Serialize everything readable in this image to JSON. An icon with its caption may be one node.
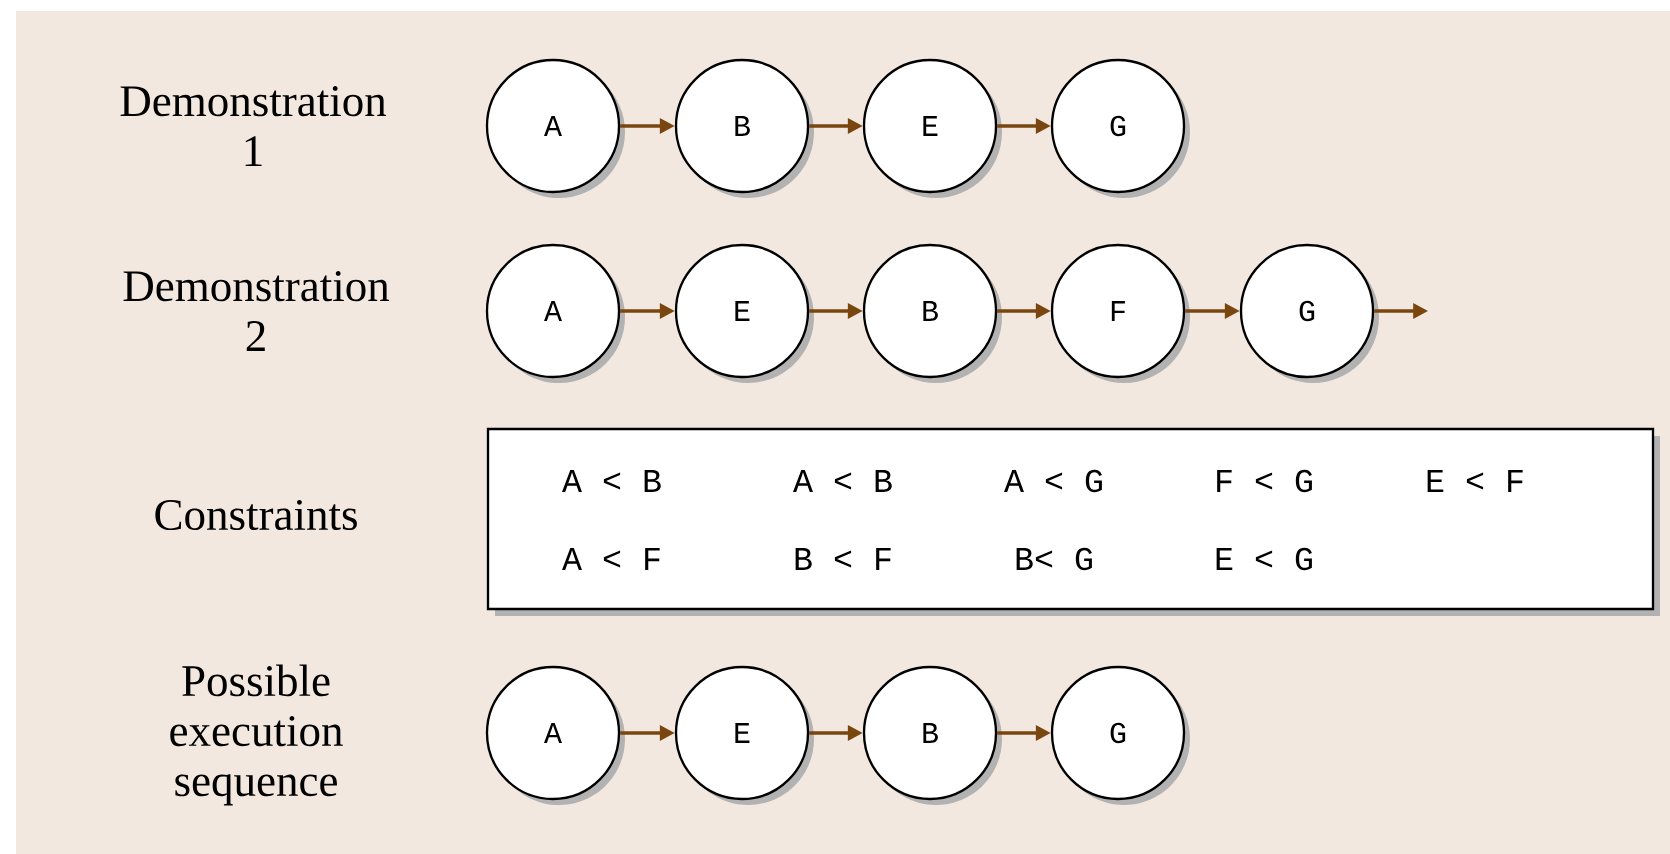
{
  "diagram": {
    "nodes": [
      {
        "text": [
          "A"
        ]
      },
      {
        "text": [
          "B"
        ]
      },
      {
        "text": [
          "E"
        ]
      },
      {
        "text": [
          "G"
        ]
      },
      {
        "text": [
          "A"
        ]
      },
      {
        "text": [
          "E"
        ]
      },
      {
        "text": [
          "B"
        ]
      },
      {
        "text": [
          "F"
        ]
      },
      {
        "text": [
          "G"
        ]
      },
      {
        "text": [
          "A < B",
          "A < B",
          "A < G",
          "F < G",
          "E < F",
          "A < F",
          "B < F",
          "B< G",
          "E < G"
        ]
      },
      {
        "text": [
          "A"
        ]
      },
      {
        "text": [
          "E"
        ]
      },
      {
        "text": [
          "B"
        ]
      },
      {
        "text": [
          "G"
        ]
      }
    ],
    "edges": [
      {
        "from": 0,
        "to": 1,
        "arrow": "to"
      },
      {
        "from": 1,
        "to": 2,
        "arrow": "to"
      },
      {
        "from": 2,
        "to": 3,
        "arrow": "to"
      },
      {
        "from": 4,
        "to": 5,
        "arrow": "to"
      },
      {
        "from": 5,
        "to": 6,
        "arrow": "to"
      },
      {
        "from": 6,
        "to": 7,
        "arrow": "to"
      },
      {
        "from": 7,
        "to": 8,
        "arrow": "to"
      },
      {
        "from": 8,
        "to": null,
        "arrow": "to"
      },
      {
        "from": 10,
        "to": 11,
        "arrow": "to"
      },
      {
        "from": 11,
        "to": 12,
        "arrow": "to"
      },
      {
        "from": 12,
        "to": 13,
        "arrow": "to"
      }
    ],
    "labels": [
      "Demonstration 1",
      "Demonstration 2",
      "Constraints",
      "Possible execution sequence"
    ]
  }
}
